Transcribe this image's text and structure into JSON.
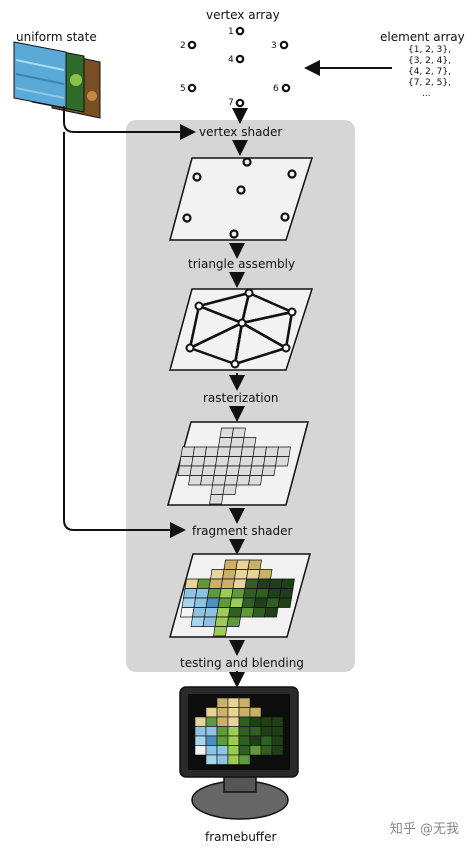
{
  "labels": {
    "vertex_array": "vertex array",
    "element_array": "element array",
    "uniform_state": "uniform state",
    "vertex_shader": "vertex shader",
    "triangle_assembly": "triangle assembly",
    "rasterization": "rasterization",
    "fragment_shader": "fragment shader",
    "testing_blending": "testing and blending",
    "framebuffer": "framebuffer"
  },
  "vertex_numbers": [
    "1",
    "2",
    "3",
    "4",
    "5",
    "6",
    "7"
  ],
  "element_array_items": [
    "{1, 2, 3},",
    "{3, 2, 4},",
    "{4, 2, 7},",
    "{7, 2, 5},",
    "..."
  ],
  "watermark": "知乎 @无我",
  "colors": {
    "panel": "#d6d6d6",
    "stage_paper": "#f2f2f2",
    "stroke": "#111111",
    "raster_cell": "#dcdcdc",
    "monitor": "#2a2a2a",
    "screen": "#0d0d0d"
  }
}
